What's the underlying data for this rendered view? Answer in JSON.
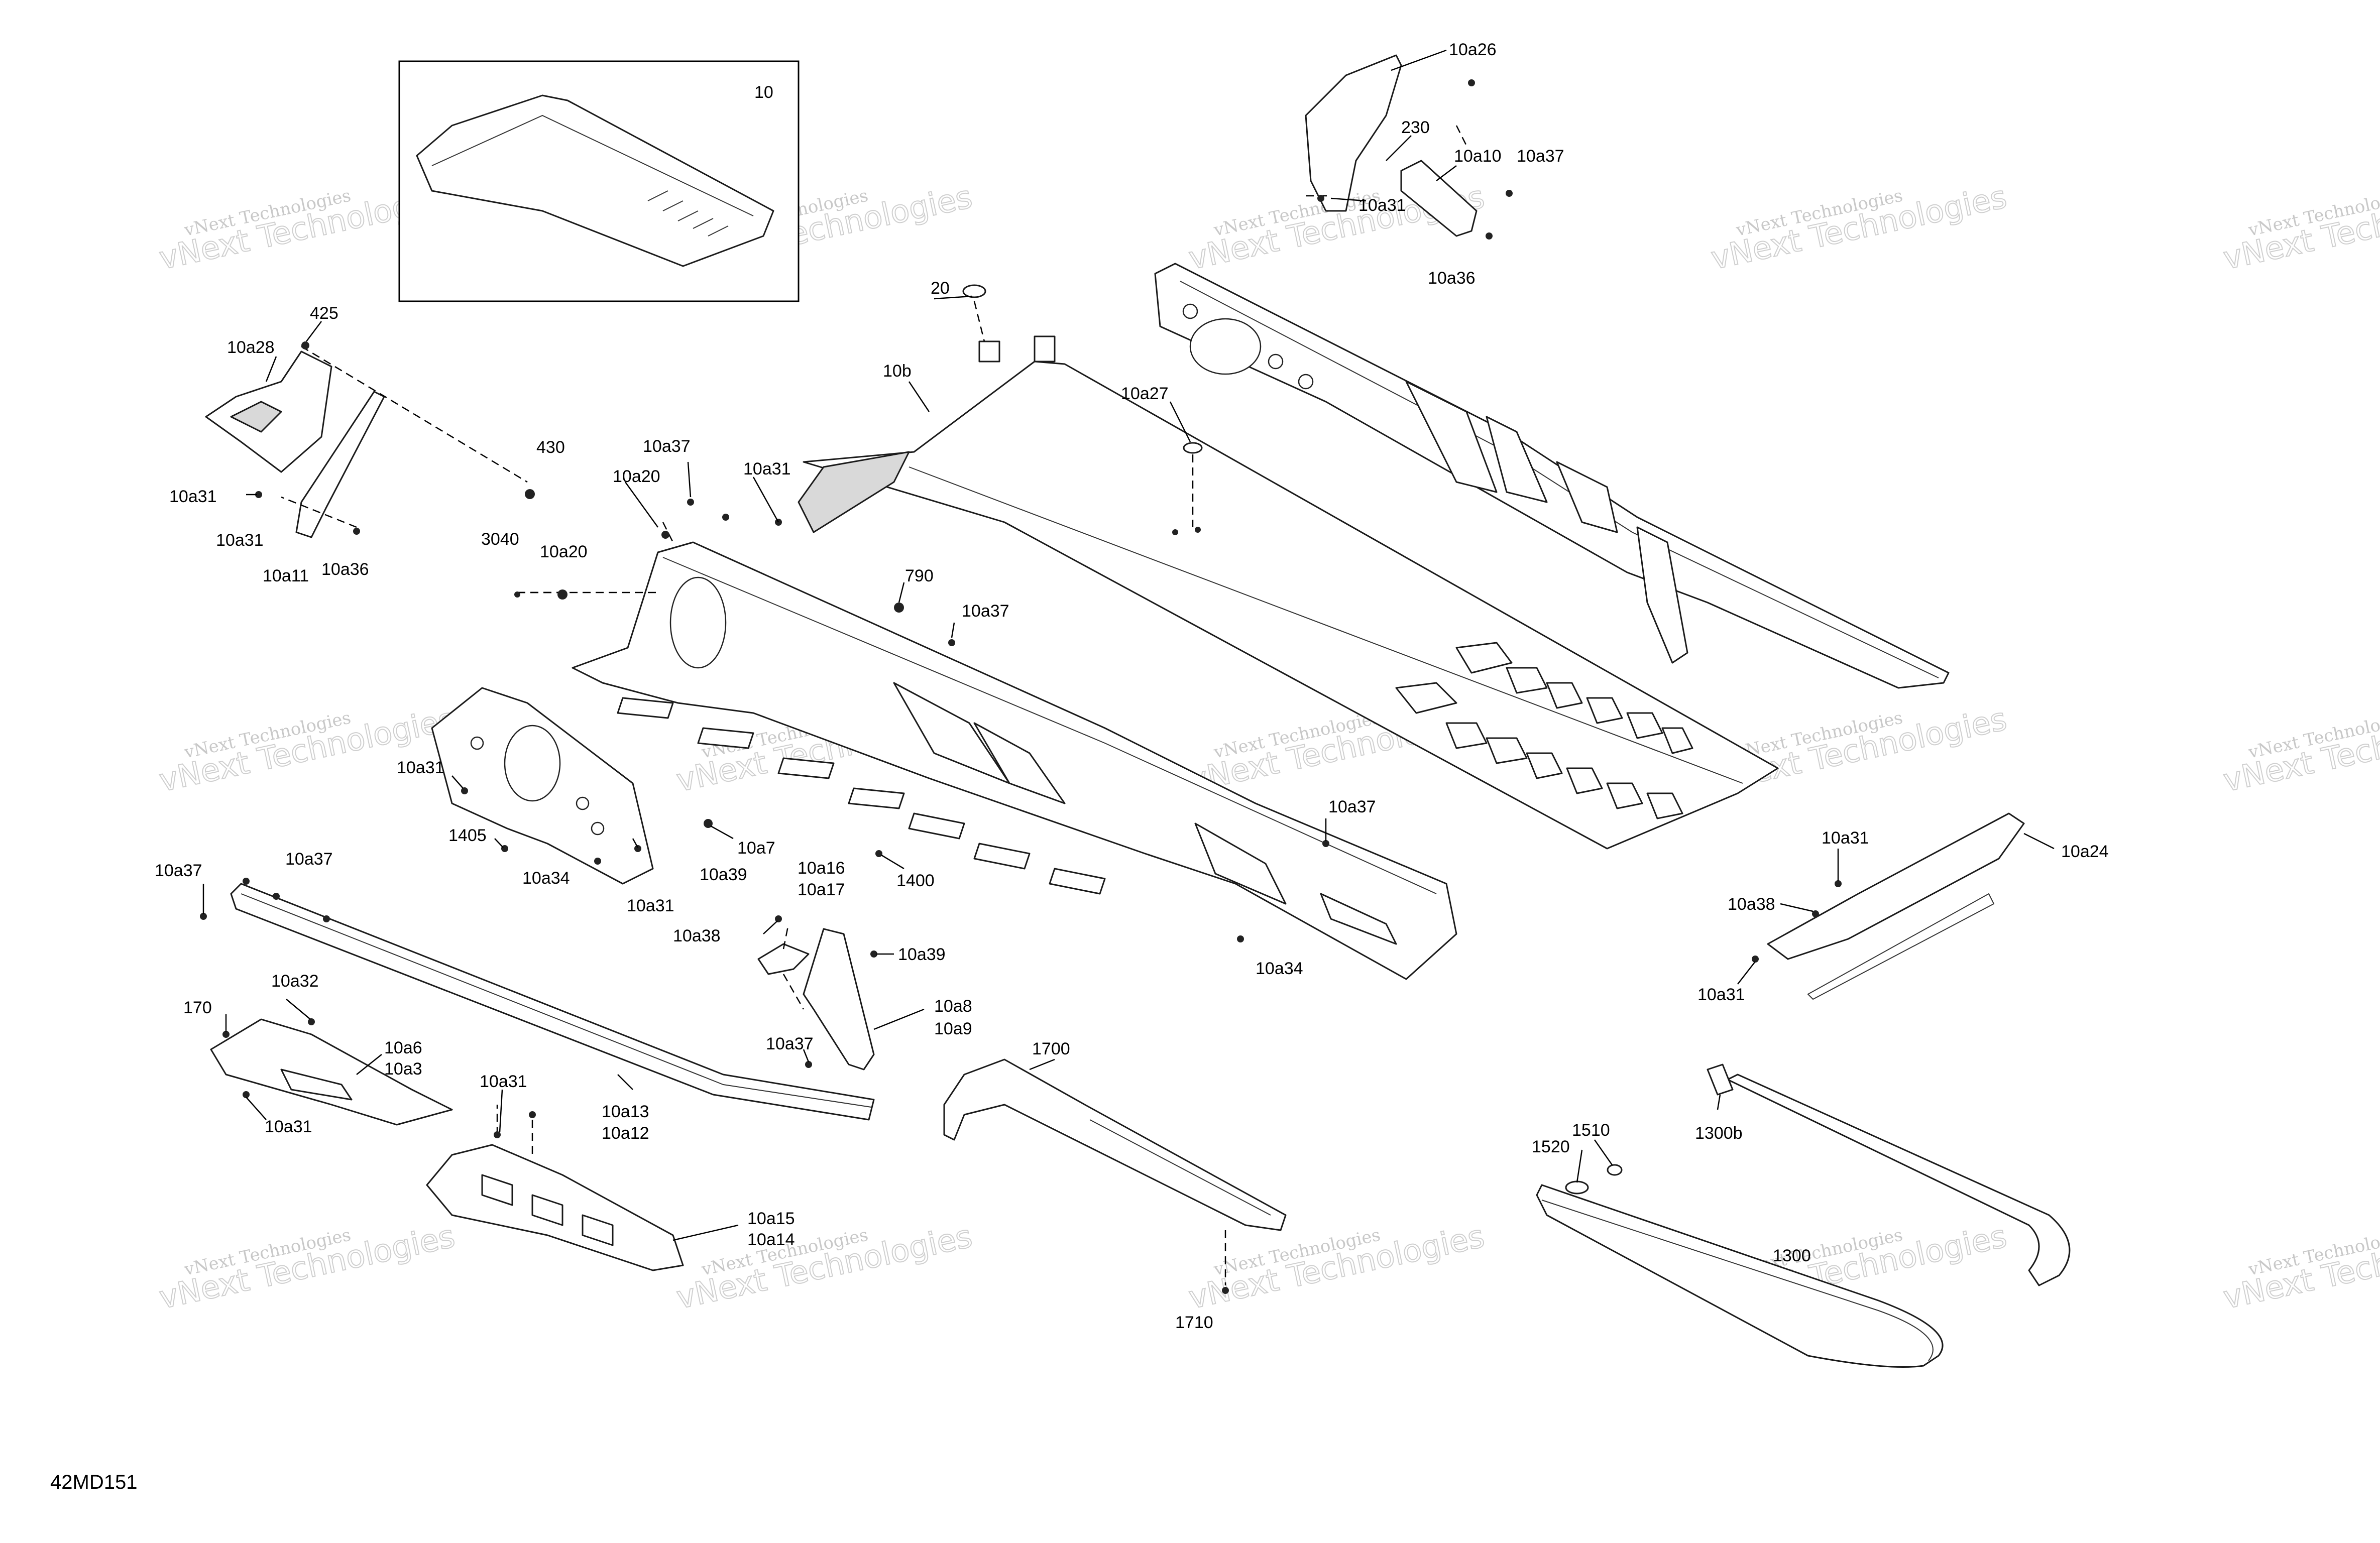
{
  "diagram_ref": "42MD151",
  "watermark": {
    "line1": "vNext Technologies",
    "line2": "vNext Technologies"
  },
  "inset": {
    "label": "10"
  },
  "callouts": {
    "c10a26": "10a26",
    "c230": "230",
    "c10a10": "10a10",
    "c10a37_tr": "10a37",
    "c10a31_tr": "10a31",
    "c10a36_tr": "10a36",
    "c20": "20",
    "c10b": "10b",
    "c10a27": "10a27",
    "c425": "425",
    "c10a28": "10a28",
    "c430": "430",
    "c10a31_l1": "10a31",
    "c10a31_l2": "10a31",
    "c10a11": "10a11",
    "c10a36_l": "10a36",
    "c10a37_m": "10a37",
    "c10a20_a": "10a20",
    "c10a31_m": "10a31",
    "c3040": "3040",
    "c10a20_b": "10a20",
    "c790": "790",
    "c10a37_m2": "10a37",
    "c10a31_ml": "10a31",
    "c1405": "1405",
    "c10a34_a": "10a34",
    "c10a31_mb": "10a31",
    "c10a7": "10a7",
    "c10a39_a": "10a39",
    "c1400": "1400",
    "c10a37_mr": "10a37",
    "c10a16": "10a16",
    "c10a17": "10a17",
    "c10a38_a": "10a38",
    "c10a39_b": "10a39",
    "c10a34_b": "10a34",
    "c10a8": "10a8",
    "c10a9": "10a9",
    "c10a37_ll": "10a37",
    "c10a37_l2": "10a37",
    "c10a32": "10a32",
    "c170": "170",
    "c10a6": "10a6",
    "c10a3": "10a3",
    "c10a31_bl": "10a31",
    "c10a37_b": "10a37",
    "c10a13": "10a13",
    "c10a12": "10a12",
    "c10a31_b2": "10a31",
    "c10a15": "10a15",
    "c10a14": "10a14",
    "c1700": "1700",
    "c1710": "1710",
    "c10a31_r": "10a31",
    "c10a24": "10a24",
    "c10a38_r": "10a38",
    "c10a31_r2": "10a31",
    "c1300b": "1300b",
    "c1510": "1510",
    "c1520": "1520",
    "c1300": "1300"
  }
}
